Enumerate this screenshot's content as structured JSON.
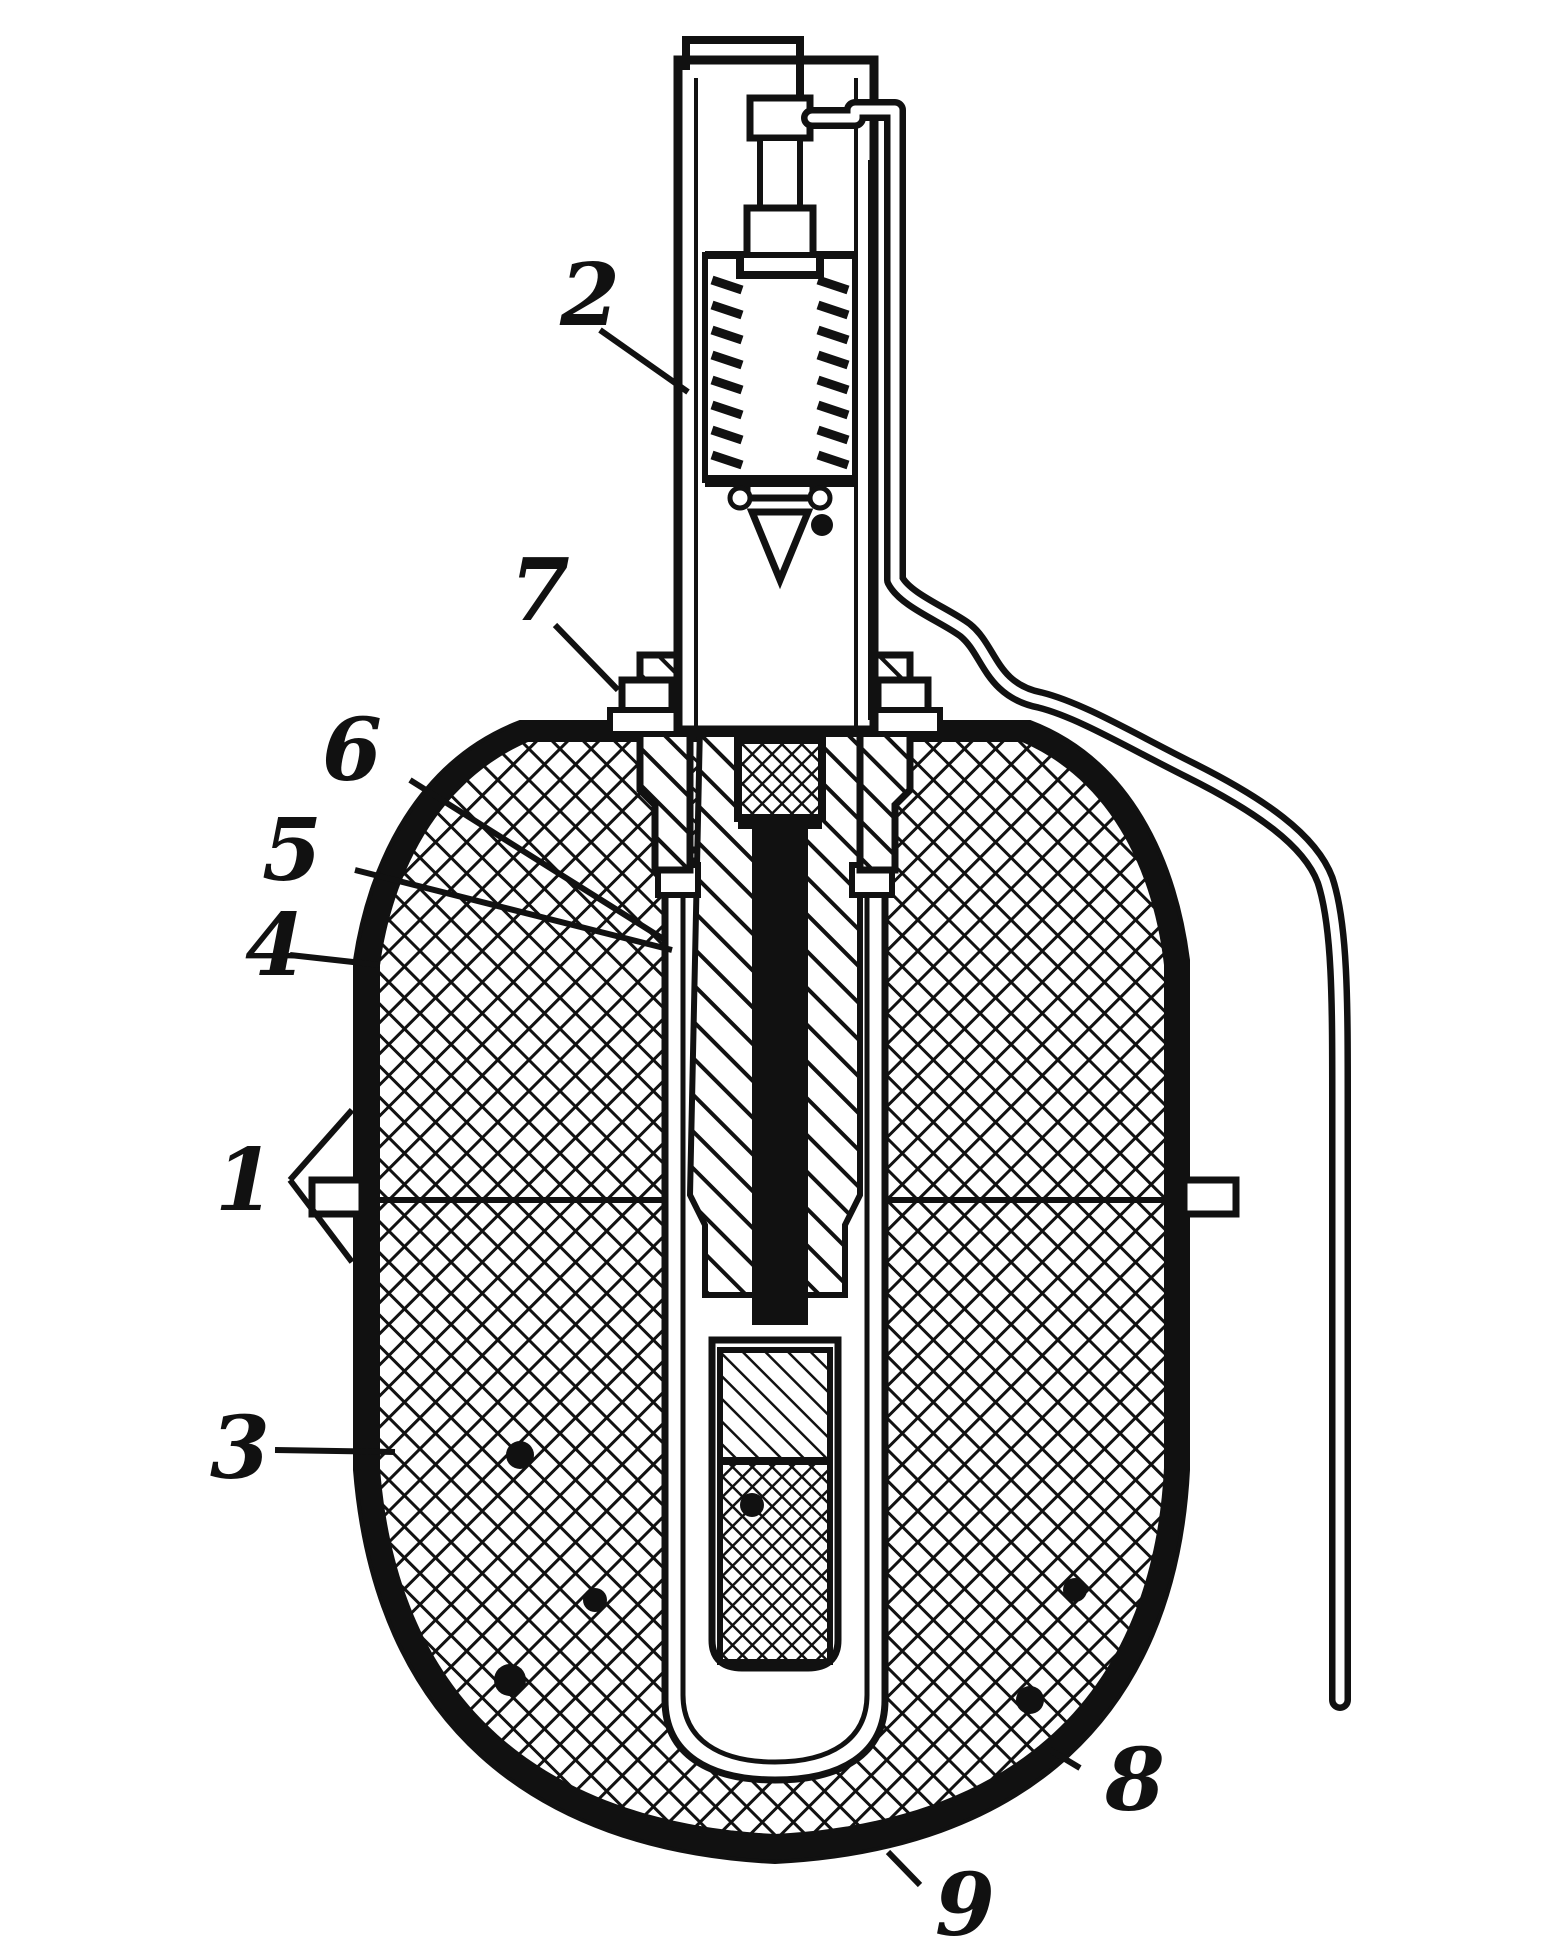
{
  "diagram": {
    "callouts": [
      {
        "id": "1",
        "label": "1"
      },
      {
        "id": "2",
        "label": "2"
      },
      {
        "id": "3",
        "label": "3"
      },
      {
        "id": "4",
        "label": "4"
      },
      {
        "id": "5",
        "label": "5"
      },
      {
        "id": "6",
        "label": "6"
      },
      {
        "id": "7",
        "label": "7"
      },
      {
        "id": "8",
        "label": "8"
      },
      {
        "id": "9",
        "label": "9"
      }
    ],
    "colors": {
      "ink": "#111111",
      "paper": "#ffffff",
      "charge": "#1a1a1a"
    }
  }
}
